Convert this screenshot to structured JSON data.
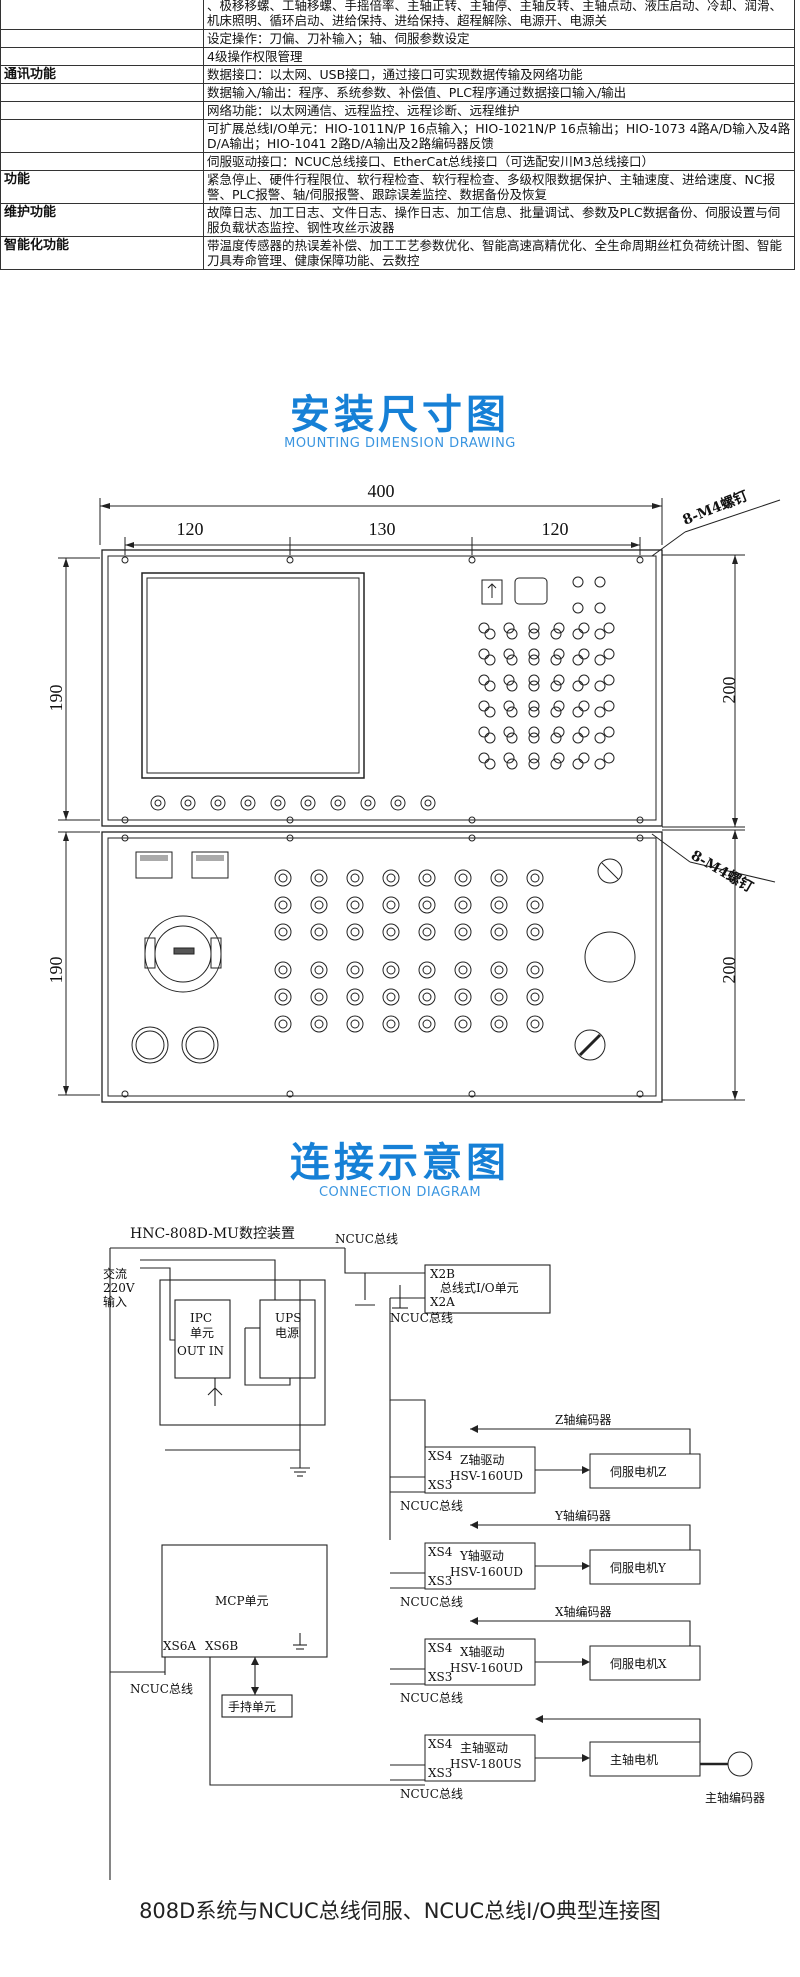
{
  "spec_table": {
    "rows": [
      {
        "category": "",
        "desc": "、极移移螺、工轴移螺、手摇倍率、主轴正转、主轴停、主轴反转、主轴点动、液压启动、冷却、润滑、机床照明、循环启动、进给保持、进给保持、超程解除、电源开、电源关"
      },
      {
        "category": "",
        "desc": "设定操作：刀偏、刀补输入；轴、伺服参数设定"
      },
      {
        "category": "",
        "desc": "4级操作权限管理"
      },
      {
        "category": "通讯功能",
        "desc": "数据接口：以太网、USB接口，通过接口可实现数据传输及网络功能"
      },
      {
        "category": "",
        "desc": "数据输入/输出：程序、系统参数、补偿值、PLC程序通过数据接口输入/输出"
      },
      {
        "category": "",
        "desc": "网络功能：以太网通信、远程监控、远程诊断、远程维护"
      },
      {
        "category": "",
        "desc": "可扩展总线I/O单元：HIO-1011N/P 16点输入；HIO-1021N/P 16点输出；HIO-1073 4路A/D输入及4路D/A输出；HIO-1041 2路D/A输出及2路编码器反馈"
      },
      {
        "category": "",
        "desc": "伺服驱动接口：NCUC总线接口、EtherCat总线接口（可选配安川M3总线接口）"
      },
      {
        "category": "功能",
        "desc": "紧急停止、硬件行程限位、软行程检查、软行程检查、多级权限数据保护、主轴速度、进给速度、NC报警、PLC报警、轴/伺服报警、跟踪误差监控、数据备份及恢复"
      },
      {
        "category": "维护功能",
        "desc": "故障日志、加工日志、文件日志、操作日志、加工信息、批量调试、参数及PLC数据备份、伺服设置与伺服负载状态监控、钢性攻丝示波器"
      },
      {
        "category": "智能化功能",
        "desc": "带温度传感器的热误差补偿、加工工艺参数优化、智能高速高精优化、全生命周期丝杠负荷统计图、智能刀具寿命管理、健康保障功能、云数控"
      }
    ]
  },
  "mounting": {
    "title": "安装尺寸图",
    "subtitle": "MOUNTING DIMENSION DRAWING",
    "dims": {
      "total_width": "400",
      "seg_left": "120",
      "seg_mid": "130",
      "seg_right": "120",
      "upper_left_h": "190",
      "upper_right_h": "200",
      "lower_left_h": "190",
      "lower_right_h": "200",
      "screw_top": "8-M4螺钉",
      "screw_bottom": "8-M4螺钉"
    }
  },
  "connection": {
    "title": "连接示意图",
    "subtitle": "CONNECTION DIAGRAM",
    "device_title": "HNC-808D-MU数控装置",
    "ac_input": [
      "交流",
      "220V",
      "输入"
    ],
    "ncuc": "NCUC总线",
    "ipc": [
      "IPC",
      "单元",
      "OUT IN"
    ],
    "ups": [
      "UPS",
      "电源"
    ],
    "io_unit": {
      "x2b": "X2B",
      "name": "总线式I/O单元",
      "x2a": "X2A"
    },
    "mcp": "MCP单元",
    "xs6a": "XS6A",
    "xs6b": "XS6B",
    "handheld": "手持单元",
    "xs4": "XS4",
    "xs3": "XS3",
    "drives": [
      {
        "encoder": "Z轴编码器",
        "name": "Z轴驱动",
        "model": "HSV-160UD",
        "motor": "伺服电机Z"
      },
      {
        "encoder": "Y轴编码器",
        "name": "Y轴驱动",
        "model": "HSV-160UD",
        "motor": "伺服电机Y"
      },
      {
        "encoder": "X轴编码器",
        "name": "X轴驱动",
        "model": "HSV-160UD",
        "motor": "伺服电机X"
      },
      {
        "encoder": "",
        "name": "主轴驱动",
        "model": "HSV-180US",
        "motor": "主轴电机"
      }
    ],
    "spindle_encoder": "主轴编码器",
    "caption": "808D系统与NCUC总线伺服、NCUC总线I/O典型连接图"
  }
}
